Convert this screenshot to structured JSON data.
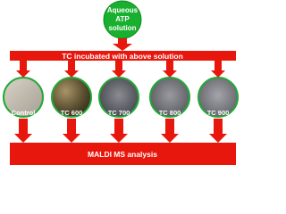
{
  "source": {
    "line1": "Aqueous",
    "line2": "ATP",
    "line3": "solution"
  },
  "incubation_label": "TC incubated with above solution",
  "samples": [
    {
      "label": "Control"
    },
    {
      "label": "TC 600"
    },
    {
      "label": "TC 700"
    },
    {
      "label": "TC 800"
    },
    {
      "label": "TC 900"
    }
  ],
  "analysis_label": "MALDI MS analysis",
  "colors": {
    "source_green": "#19b02f",
    "arrow_red": "#e8170d",
    "banner_red": "#e8170d",
    "sample_border": "#23a836"
  }
}
